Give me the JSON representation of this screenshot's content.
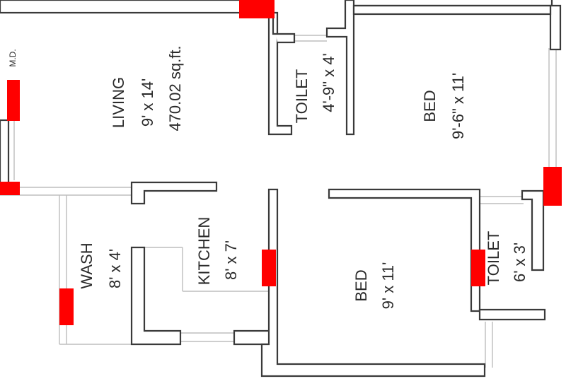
{
  "plan": {
    "colors": {
      "wall": "#3a3a3a",
      "door": "#ff0000",
      "background": "#ffffff"
    },
    "rooms": {
      "living": {
        "name": "LIVING",
        "dim": "9' x 14'",
        "area": "470.02 sq.ft."
      },
      "toilet_top": {
        "name": "TOILET",
        "dim": "4'-9\" x 4'"
      },
      "bed_top": {
        "name": "BED",
        "dim": "9'-6\" x 11'"
      },
      "wash": {
        "name": "WASH",
        "dim": "8' x 4'"
      },
      "kitchen": {
        "name": "KITCHEN",
        "dim": "8' x 7'"
      },
      "bed_bottom": {
        "name": "BED",
        "dim": "9' x 11'"
      },
      "toilet_right": {
        "name": "TOILET",
        "dim": "6' x 3'"
      }
    },
    "main_door_label": "M.D."
  }
}
